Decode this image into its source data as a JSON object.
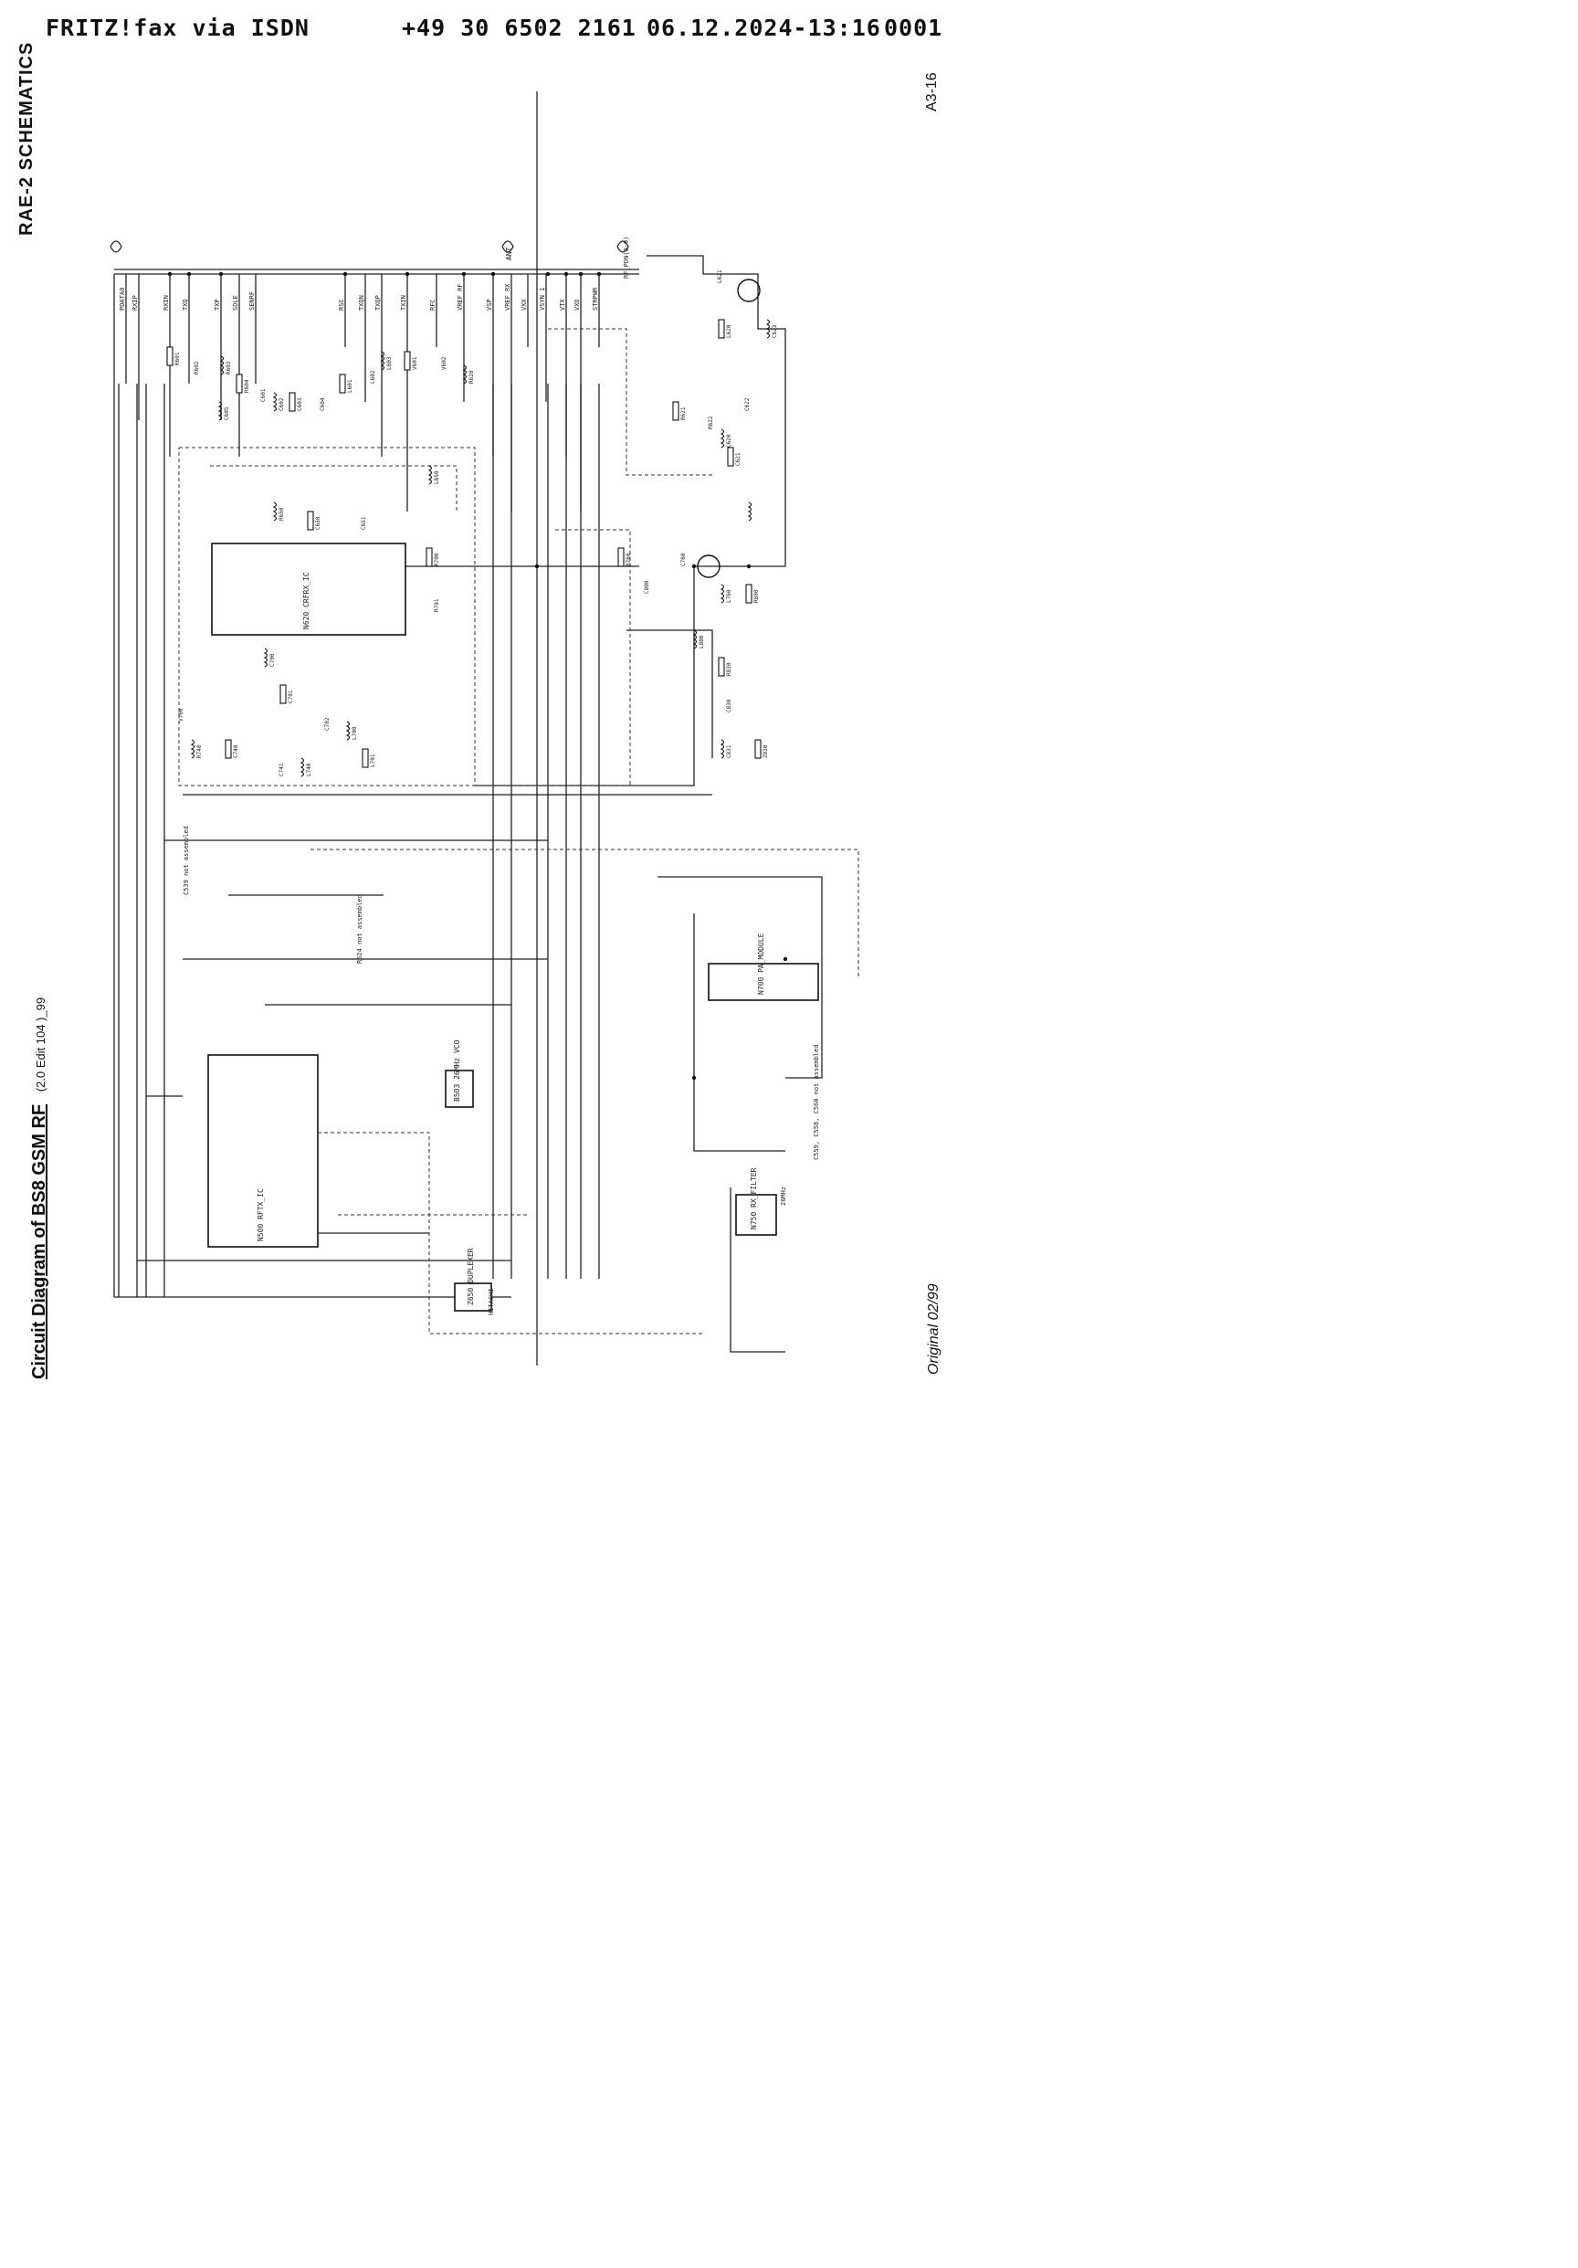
{
  "fax_header": {
    "sender": "FRITZ!fax via ISDN",
    "phone": "+49 30 6502 2161",
    "datetime": "06.12.2024-13:16",
    "page": "0001"
  },
  "margin_labels": {
    "section_title": "RAE-2 SCHEMATICS",
    "page_ref": "A3-16",
    "diagram_title": "Circuit Diagram of BS8 GSM RF",
    "diagram_edition": "(2.0  Edit 104 )_99",
    "original_date": "Original 02/99"
  },
  "schematic": {
    "left_signal_pins": [
      "PDATA0",
      "RXIP",
      "RXIN",
      "TXQ",
      "TXP",
      "SDLE",
      "SENRF"
    ],
    "center_signal_pins": [
      "RSC",
      "TXQN",
      "TXQP",
      "TXIN",
      "RFC",
      "VREF_RF",
      "VSP",
      "VREF_RX",
      "VXX",
      "VSYN_1",
      "VTX",
      "VXO",
      "STRPWR"
    ],
    "antenna_label": "ANT",
    "rf_connector_label": "RF_PDN(0:9)",
    "ic_labels": [
      "N620 CRFRX_IC",
      "N500 RFTX_IC",
      "N700 PA_MODULE",
      "Z650 DUPLEXER",
      "B503 26MHz VCO",
      "N750 RX_FILTER"
    ],
    "component_refs": [
      "R601",
      "R602",
      "R603",
      "R604",
      "C601",
      "C602",
      "C603",
      "C604",
      "C605",
      "L601",
      "L602",
      "L603",
      "V601",
      "V602",
      "R620",
      "R621",
      "R622",
      "C620",
      "C621",
      "C622",
      "C623",
      "L620",
      "L621",
      "R650",
      "C650",
      "C651",
      "L650",
      "R700",
      "R701",
      "C700",
      "C701",
      "C702",
      "L700",
      "L701",
      "V700",
      "R740",
      "C740",
      "C741",
      "L740",
      "R760",
      "C760",
      "L760",
      "R800",
      "C800",
      "L800",
      "R830",
      "C830",
      "C831",
      "Z830"
    ],
    "annotations": [
      "C559, C558, C560 not assembled",
      "R524 not assembled",
      "C539 not assembled",
      "26MHz",
      "HITACHI"
    ]
  }
}
